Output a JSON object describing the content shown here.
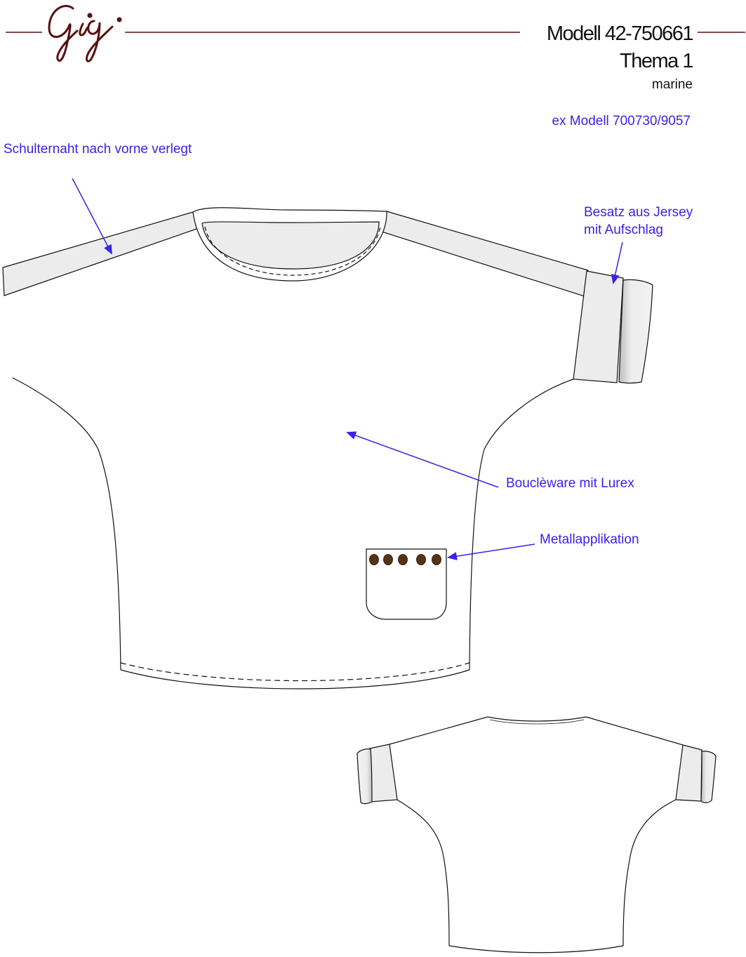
{
  "brand": "Gigi",
  "header": {
    "model": "Modell 42-750661",
    "theme": "Thema 1",
    "color": "marine",
    "ex_model": "ex Modell 700730/9057"
  },
  "annotations": {
    "shoulder_seam": "Schulternaht nach vorne verlegt",
    "jersey_trim_line1": "Besatz aus Jersey",
    "jersey_trim_line2": "mit Aufschlag",
    "boucle": "Bouclèware mit Lurex",
    "metal": "Metallapplikation"
  },
  "colors": {
    "brand": "#5a0f0f",
    "annotation": "#3b22e6",
    "jersey_fill": "#ececec",
    "studs": "#5a3210",
    "outline": "#111111"
  }
}
